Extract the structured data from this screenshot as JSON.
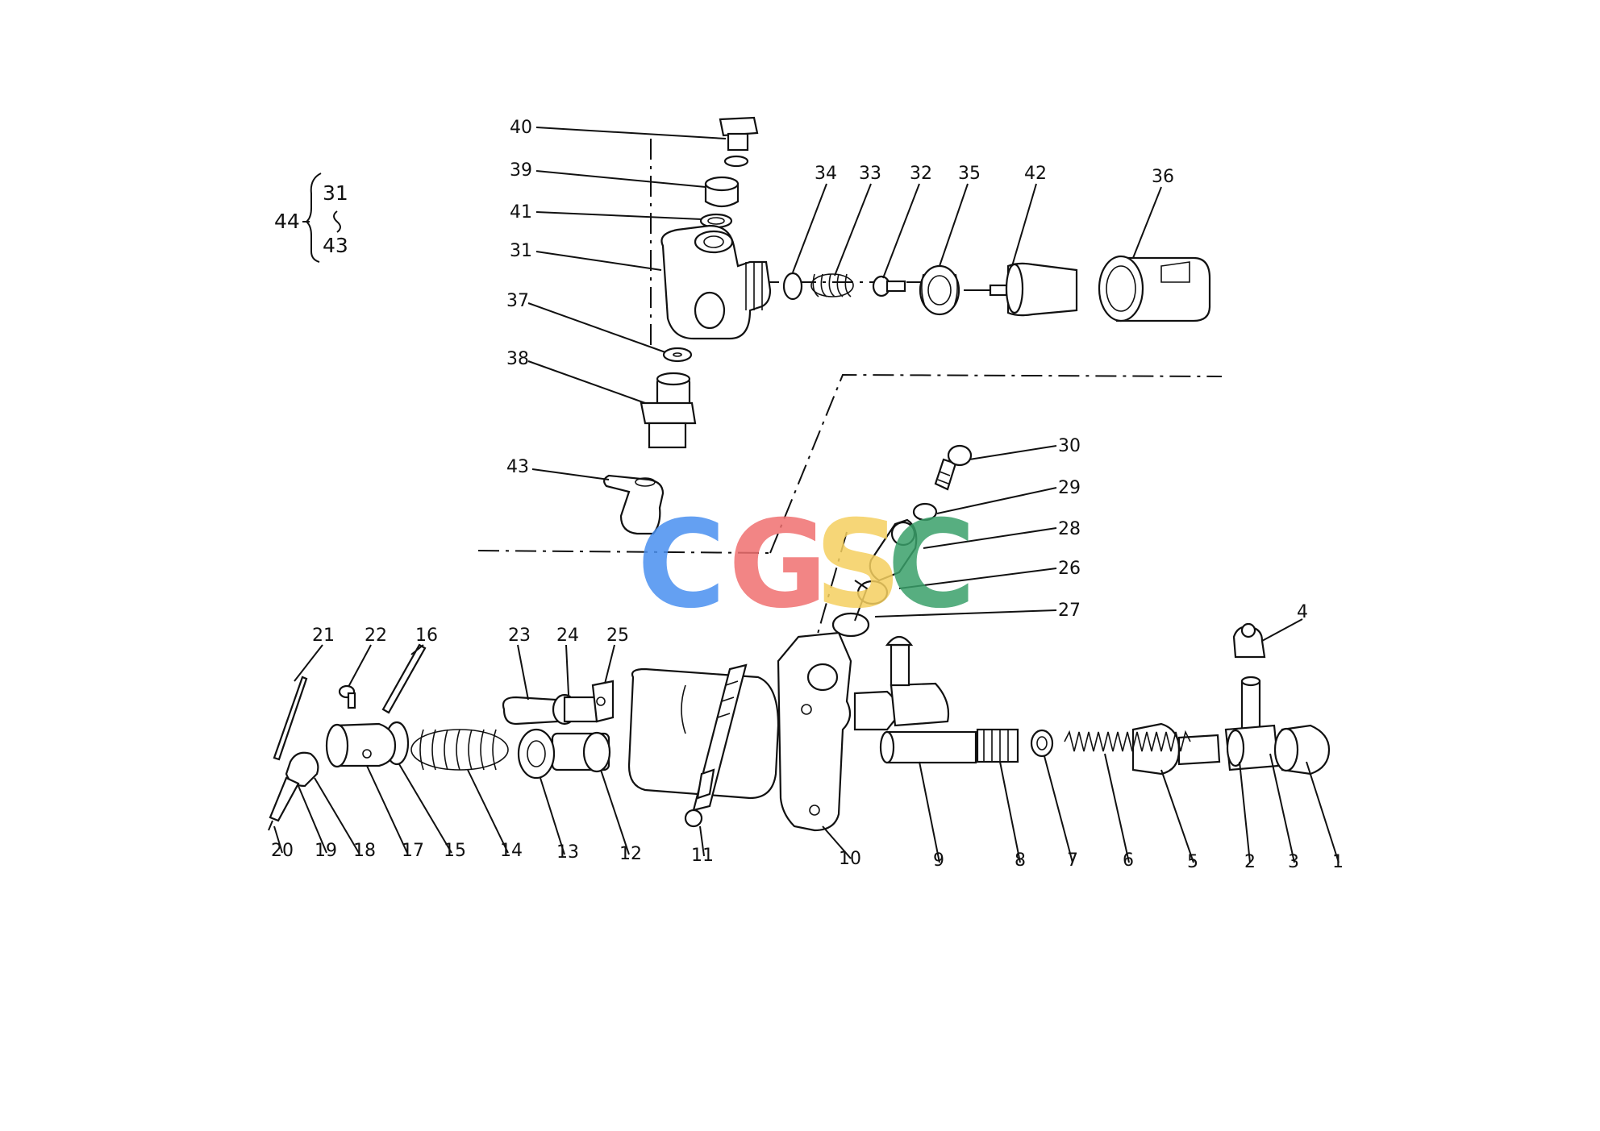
{
  "group_label": {
    "main": "44",
    "items": [
      "31",
      "43"
    ]
  },
  "watermark": {
    "letters": [
      {
        "char": "C",
        "color": "#4a90f0"
      },
      {
        "char": "G",
        "color": "#f07070"
      },
      {
        "char": "S",
        "color": "#f5d060"
      },
      {
        "char": "C",
        "color": "#3aa06a"
      }
    ]
  },
  "callouts": [
    {
      "id": "1",
      "text": "1"
    },
    {
      "id": "2",
      "text": "2"
    },
    {
      "id": "3",
      "text": "3"
    },
    {
      "id": "4",
      "text": "4"
    },
    {
      "id": "5",
      "text": "5"
    },
    {
      "id": "6",
      "text": "6"
    },
    {
      "id": "7",
      "text": "7"
    },
    {
      "id": "8",
      "text": "8"
    },
    {
      "id": "9",
      "text": "9"
    },
    {
      "id": "10",
      "text": "10"
    },
    {
      "id": "11",
      "text": "11"
    },
    {
      "id": "12",
      "text": "12"
    },
    {
      "id": "13",
      "text": "13"
    },
    {
      "id": "14",
      "text": "14"
    },
    {
      "id": "15",
      "text": "15"
    },
    {
      "id": "16",
      "text": "16"
    },
    {
      "id": "17",
      "text": "17"
    },
    {
      "id": "18",
      "text": "18"
    },
    {
      "id": "19",
      "text": "19"
    },
    {
      "id": "20",
      "text": "20"
    },
    {
      "id": "21",
      "text": "21"
    },
    {
      "id": "22",
      "text": "22"
    },
    {
      "id": "23",
      "text": "23"
    },
    {
      "id": "24",
      "text": "24"
    },
    {
      "id": "25",
      "text": "25"
    },
    {
      "id": "26",
      "text": "26"
    },
    {
      "id": "27",
      "text": "27"
    },
    {
      "id": "28",
      "text": "28"
    },
    {
      "id": "29",
      "text": "29"
    },
    {
      "id": "30",
      "text": "30"
    },
    {
      "id": "31",
      "text": "31"
    },
    {
      "id": "32",
      "text": "32"
    },
    {
      "id": "33",
      "text": "33"
    },
    {
      "id": "34",
      "text": "34"
    },
    {
      "id": "35",
      "text": "35"
    },
    {
      "id": "36",
      "text": "36"
    },
    {
      "id": "37",
      "text": "37"
    },
    {
      "id": "38",
      "text": "38"
    },
    {
      "id": "39",
      "text": "39"
    },
    {
      "id": "40",
      "text": "40"
    },
    {
      "id": "41",
      "text": "41"
    },
    {
      "id": "42",
      "text": "42"
    },
    {
      "id": "43",
      "text": "43"
    }
  ]
}
